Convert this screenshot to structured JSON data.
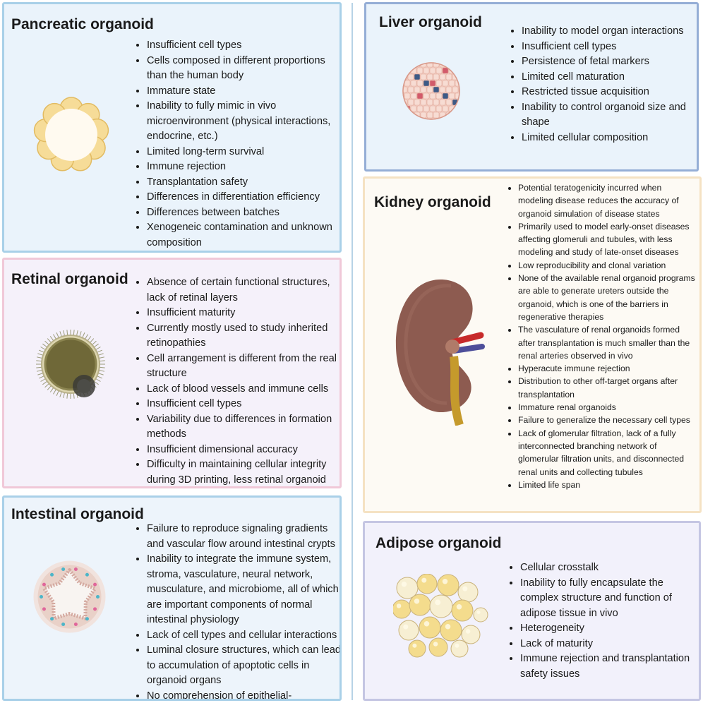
{
  "pancreatic": {
    "title": "Pancreatic organoid",
    "items": [
      "Insufficient cell types",
      "Cells composed in different proportions than the human body",
      "Immature state",
      "Inability to fully mimic in vivo microenvironment (physical interactions, endocrine, etc.)",
      "Limited long-term survival",
      "Immune rejection",
      "Transplantation safety",
      "Differences in differentiation efficiency",
      "Differences between batches",
      "Xenogeneic contamination and unknown composition"
    ]
  },
  "retinal": {
    "title": "Retinal organoid",
    "items": [
      "Absence of certain functional structures, lack of retinal layers",
      "Insufficient maturity",
      "Currently mostly used to study inherited retinopathies",
      "Cell arrangement is different from the real structure",
      "Lack of blood vessels and immune cells",
      "Insufficient cell types",
      "Variability due to differences in formation methods",
      "Insufficient dimensional accuracy",
      "Difficulty in maintaining cellular integrity during 3D printing, less retinal organoid progression on the chip"
    ]
  },
  "intestinal": {
    "title": "Intestinal organoid",
    "items": [
      "Failure to reproduce signaling gradients and vascular flow around intestinal crypts",
      "Inability to integrate the immune system, stroma, vasculature, neural network, musculature, and microbiome, all of which are important components of normal intestinal physiology",
      "Lack of cell types and cellular interactions",
      "Luminal closure structures, which can lead to accumulation of apoptotic cells in organoid organs",
      "No comprehension of epithelial-mesenchymal interactions"
    ]
  },
  "liver": {
    "title": "Liver organoid",
    "items": [
      "Inability to model organ interactions",
      "Insufficient cell types",
      "Persistence of fetal markers",
      "Limited cell maturation",
      "Restricted tissue acquisition",
      "Inability to control organoid size and shape",
      "Limited cellular composition"
    ]
  },
  "kidney": {
    "title": "Kidney organoid",
    "items": [
      "Potential teratogenicity incurred when modeling disease reduces the accuracy of organoid simulation of disease states",
      "Primarily used to model early-onset diseases affecting glomeruli and tubules, with less modeling and study of late-onset diseases",
      "Low reproducibility and clonal variation",
      "None of the available renal organoid programs are able to generate ureters outside the organoid, which is one of the barriers in regenerative therapies",
      "The vasculature of renal organoids formed after transplantation is much smaller than the renal arteries observed in vivo",
      "Hyperacute immune rejection",
      "Distribution to other off-target organs after transplantation",
      "Immature renal organoids",
      "Failure to generalize the necessary cell types",
      "Lack of glomerular filtration, lack of a fully interconnected branching network of glomerular filtration units, and disconnected renal units and collecting tubules",
      "Limited life span"
    ]
  },
  "adipose": {
    "title": "Adipose organoid",
    "items": [
      "Cellular crosstalk",
      "Inability to fully encapsulate the complex structure and function of adipose tissue in vivo",
      "Heterogeneity",
      "Lack of maturity",
      "Immune rejection and transplantation safety issues"
    ]
  }
}
